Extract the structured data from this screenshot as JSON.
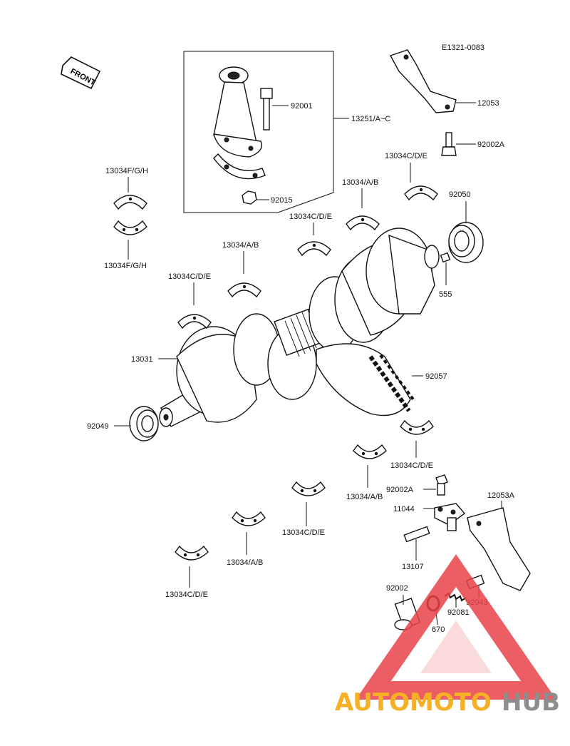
{
  "diagram_code": "E1321-0083",
  "front_label": "FRONT",
  "parts": {
    "conrod_assy": "13251/A~C",
    "conrod_bolt": "92001",
    "conrod_nut": "92015",
    "bracket": "12053",
    "bracket_bolt": "92002A",
    "seal_right": "92050",
    "pin": "555",
    "chain": "92057",
    "crankshaft": "13031",
    "seal_left": "92049",
    "guide": "12053A",
    "guide_shaft": "11044",
    "guide_bolt": "92002A",
    "pin_13107": "13107",
    "plug": "92002",
    "oring": "670",
    "spring": "92081",
    "collar": "92043",
    "bearing_fgh_top": "13034F/G/H",
    "bearing_fgh_bottom": "13034F/G/H",
    "bearing_ab_1": "13034/A/B",
    "bearing_ab_2": "13034/A/B",
    "bearing_ab_3": "13034/A/B",
    "bearing_ab_4": "13034/A/B",
    "bearing_cde_1": "13034C/D/E",
    "bearing_cde_2": "13034C/D/E",
    "bearing_cde_3": "13034C/D/E",
    "bearing_cde_4": "13034C/D/E",
    "bearing_cde_5": "13034C/D/E",
    "bearing_cde_6": "13034C/D/E"
  },
  "watermark": {
    "part1": "AUTOMOTO",
    "part2": "HUB",
    "color1": "#f4a300",
    "color2": "#7a7a7a",
    "triangle_color": "#e8444a"
  }
}
